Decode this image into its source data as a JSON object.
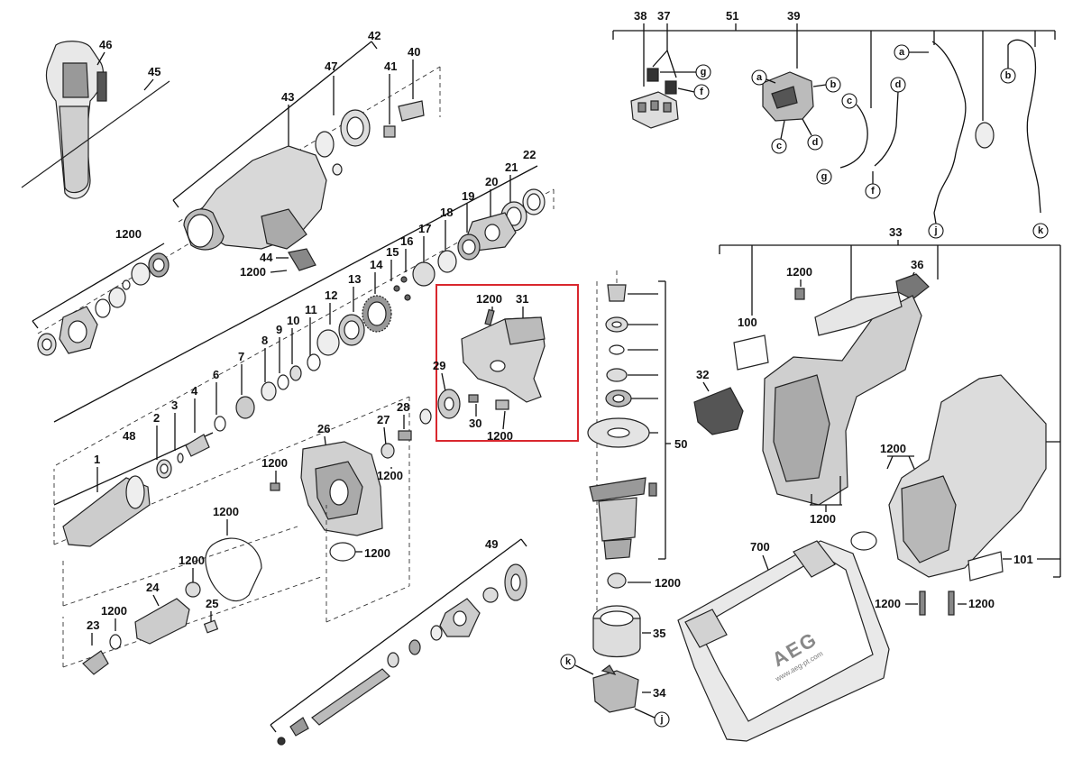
{
  "diagram": {
    "labels": {
      "l1": "1",
      "l2": "2",
      "l3": "3",
      "l4": "4",
      "l6": "6",
      "l7": "7",
      "l8": "8",
      "l9": "9",
      "l10": "10",
      "l11": "11",
      "l12": "12",
      "l13": "13",
      "l14": "14",
      "l15": "15",
      "l16": "16",
      "l17": "17",
      "l18": "18",
      "l19": "19",
      "l20": "20",
      "l21": "21",
      "l22": "22",
      "l23": "23",
      "l24": "24",
      "l25": "25",
      "l26": "26",
      "l27": "27",
      "l28": "28",
      "l29": "29",
      "l30": "30",
      "l31": "31",
      "l32": "32",
      "l33": "33",
      "l34": "34",
      "l35": "35",
      "l36": "36",
      "l37": "37",
      "l38": "38",
      "l39": "39",
      "l40": "40",
      "l41": "41",
      "l42": "42",
      "l43": "43",
      "l44": "44",
      "l45": "45",
      "l46": "46",
      "l47": "47",
      "l48": "48",
      "l49": "49",
      "l50": "50",
      "l51": "51",
      "l100": "100",
      "l101": "101",
      "l700": "700",
      "l1200": "1200"
    },
    "circle_letters": {
      "a": "a",
      "b": "b",
      "c": "c",
      "d": "d",
      "f": "f",
      "g": "g",
      "j": "j",
      "k": "k"
    },
    "case_brand": "AEG",
    "case_url": "www.aeg-pt.com",
    "highlight_color": "#d9272e"
  }
}
